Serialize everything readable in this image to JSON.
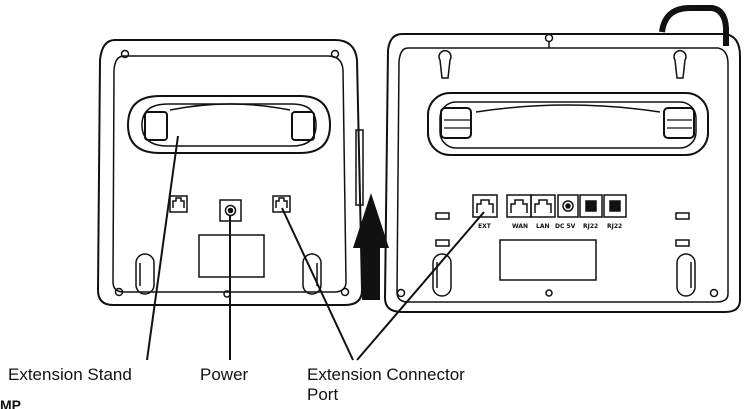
{
  "callouts": {
    "extension_stand": "Extension Stand",
    "power": "Power",
    "extension_connector_line1": "Extension Connector",
    "extension_connector_line2": "Port"
  },
  "port_labels": {
    "ext": "EXT",
    "wan": "WAN",
    "lan": "LAN",
    "dc": "DC 5V",
    "rj22_a": "RJ22",
    "rj22_b": "RJ22"
  },
  "footer_partial_text": "MP"
}
